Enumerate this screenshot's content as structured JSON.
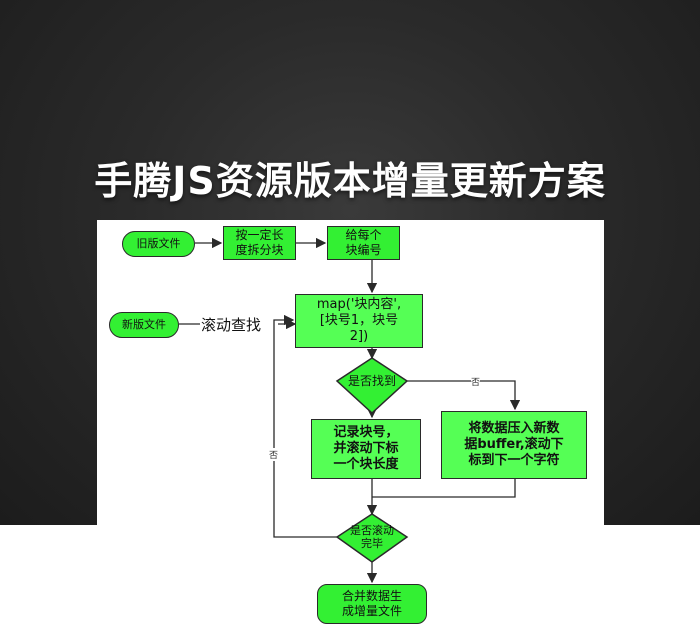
{
  "slide": {
    "title": "手腾JS资源版本增量更新方案"
  },
  "flowchart": {
    "nodes": {
      "old_file": "旧版文件",
      "split_blocks": "按一定长\n度拆分块",
      "number_blocks": "给每个\n块编号",
      "new_file": "新版文件",
      "map": "map('块内容',\n[块号1，块号\n2])",
      "found_decision": "是否找到",
      "record_block": "记录块号，\n并滚动下标\n一个块长度",
      "push_data": "将数据压入新数\n据buffer,滚动下\n标到下一个字符",
      "scroll_done_decision": "是否滚动\n完毕",
      "merge_generate": "合并数据生\n成增量文件"
    },
    "edges": {
      "rolling_search": "滚动查找",
      "no_label_right": "否",
      "no_label_left": "否"
    },
    "colors": {
      "node_fill": "#33f033",
      "node_fill_light": "#55ff55",
      "stroke": "#2a2a2a"
    }
  }
}
